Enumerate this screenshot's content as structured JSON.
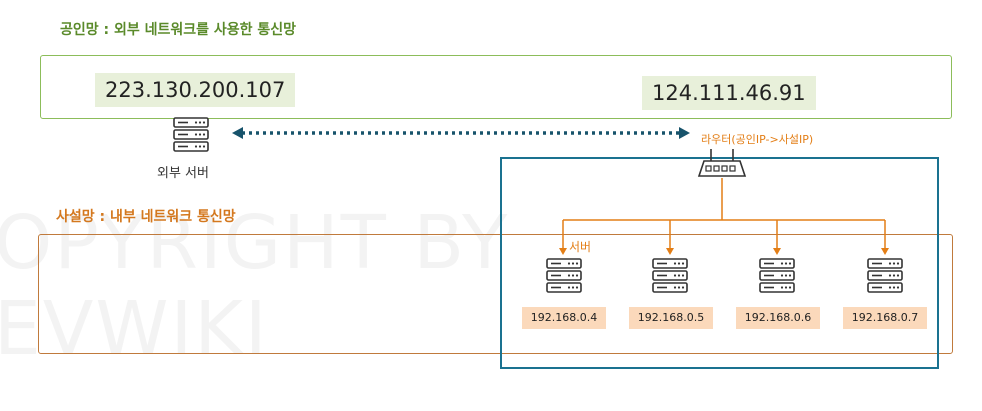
{
  "public_network": {
    "title": "공인망 : 외부 네트워크를 사용한 통신망",
    "ip_left": "223.130.200.107",
    "ip_right": "124.111.46.91"
  },
  "external_server": {
    "label": "외부 서버",
    "icon": "server-icon"
  },
  "router": {
    "label": "라우터(공인IP->사설IP)",
    "icon": "router-icon"
  },
  "private_network": {
    "title": "사설망 : 내부 네트워크 통신망",
    "server_label": "서버",
    "servers": [
      {
        "ip": "192.168.0.4"
      },
      {
        "ip": "192.168.0.5"
      },
      {
        "ip": "192.168.0.6"
      },
      {
        "ip": "192.168.0.7"
      }
    ]
  },
  "watermark": {
    "line1": "OPYRIGHT BY",
    "line2": "EVWIKI"
  },
  "colors": {
    "public_green": "#8cbd5a",
    "private_orange": "#c07a3c",
    "accent_orange": "#e37e16",
    "teal": "#1a7290",
    "arrow_dark": "#17536b"
  }
}
